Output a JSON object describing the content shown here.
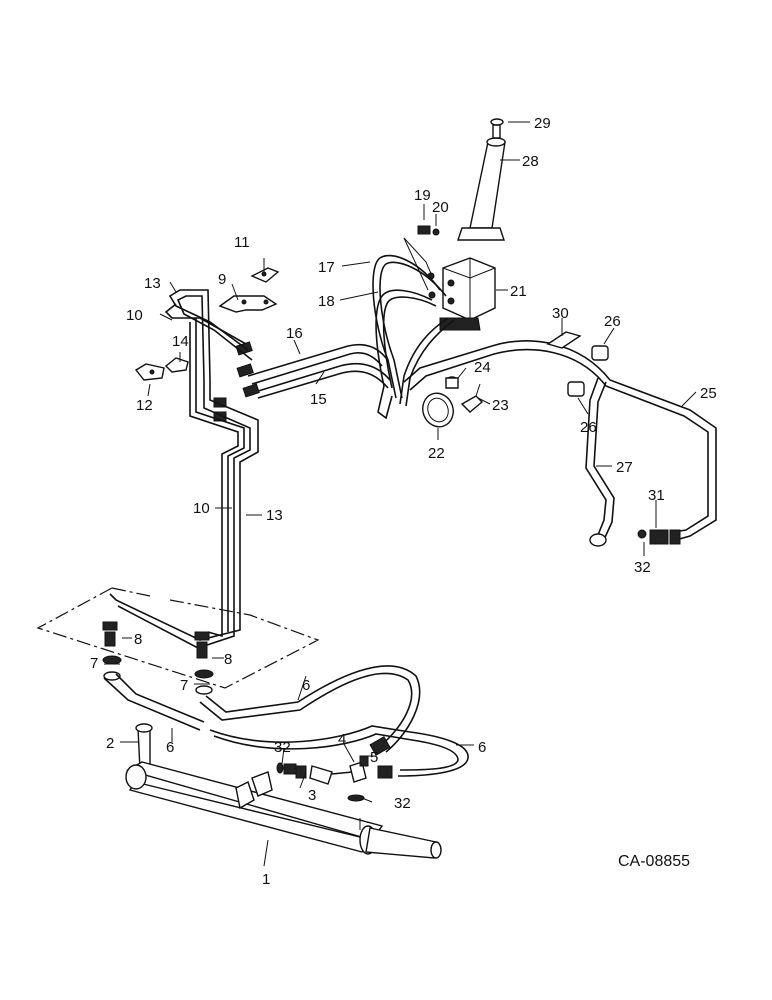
{
  "diagram": {
    "drawing_code": "CA-08855",
    "callouts": {
      "c1": "1",
      "c2": "2",
      "c3": "3",
      "c4": "4",
      "c5": "5",
      "c6a": "6",
      "c6b": "6",
      "c6c": "6",
      "c7a": "7",
      "c7b": "7",
      "c8a": "8",
      "c8b": "8",
      "c9": "9",
      "c10a": "10",
      "c10b": "10",
      "c11": "11",
      "c12": "12",
      "c13a": "13",
      "c13b": "13",
      "c14": "14",
      "c15": "15",
      "c16": "16",
      "c17": "17",
      "c18": "18",
      "c19": "19",
      "c20": "20",
      "c21": "21",
      "c22": "22",
      "c23": "23",
      "c24": "24",
      "c25": "25",
      "c26a": "26",
      "c26b": "26",
      "c27": "27",
      "c28": "28",
      "c29": "29",
      "c30": "30",
      "c31": "31",
      "c32a": "32",
      "c32b": "32",
      "c32c": "32"
    }
  }
}
